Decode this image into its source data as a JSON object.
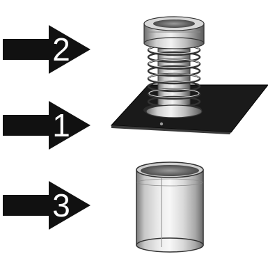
{
  "labels": {
    "arrow_2": "2",
    "arrow_1": "1",
    "arrow_3": "3"
  },
  "icons": {
    "arrow": "right-arrow-icon",
    "spring_assembly": "spring-flange-illustration",
    "cylinder": "cylinder-can-illustration"
  },
  "colors": {
    "arrow": "#111111",
    "label": "#ffffff",
    "plate": "#1a1a1a",
    "metal_light": "#e6e6e6",
    "metal_dark": "#555555",
    "background": "#ffffff"
  }
}
